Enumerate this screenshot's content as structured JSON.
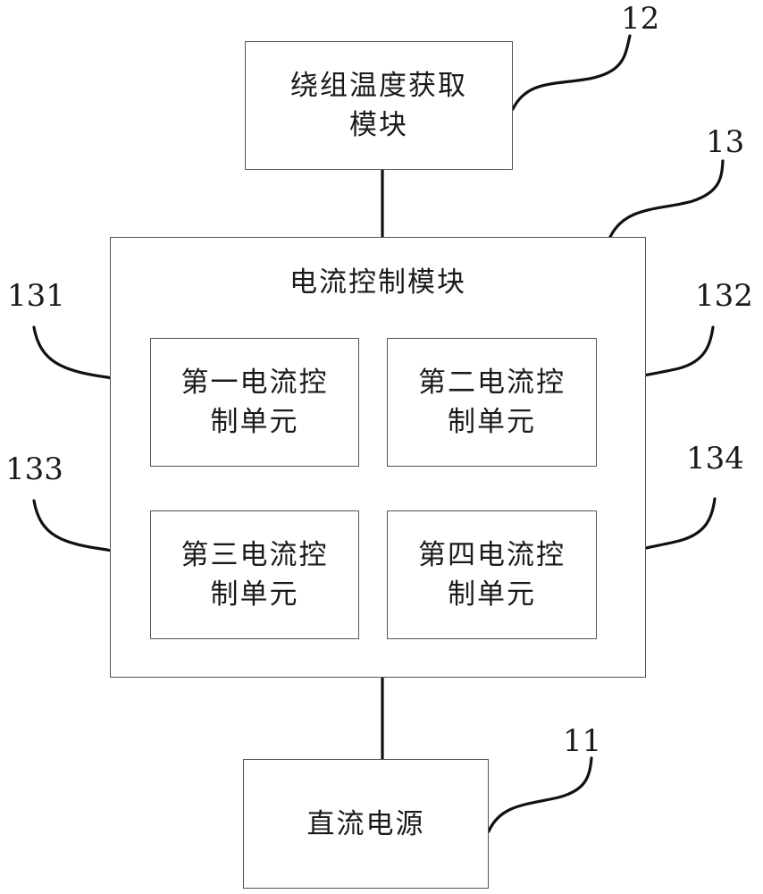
{
  "diagram": {
    "modules": {
      "winding_temp": {
        "ref": "12",
        "lines": [
          "绕组温度获取",
          "模块"
        ]
      },
      "current_control": {
        "ref": "13",
        "title": "电流控制模块"
      },
      "unit_1": {
        "ref": "131",
        "lines": [
          "第一电流控",
          "制单元"
        ]
      },
      "unit_2": {
        "ref": "132",
        "lines": [
          "第二电流控",
          "制单元"
        ]
      },
      "unit_3": {
        "ref": "133",
        "lines": [
          "第三电流控",
          "制单元"
        ]
      },
      "unit_4": {
        "ref": "134",
        "lines": [
          "第四电流控",
          "制单元"
        ]
      },
      "dc_power": {
        "ref": "11",
        "lines": [
          "直流电源"
        ]
      }
    },
    "connections": [
      {
        "from": "winding_temp",
        "to": "current_control"
      },
      {
        "from": "current_control",
        "to": "dc_power"
      }
    ]
  }
}
